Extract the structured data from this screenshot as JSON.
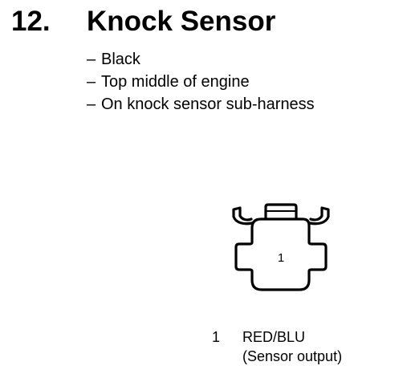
{
  "heading": {
    "number": "12.",
    "title": "Knock Sensor"
  },
  "notes": [
    {
      "dash": "–",
      "text": "Black"
    },
    {
      "dash": "–",
      "text": "Top middle of engine"
    },
    {
      "dash": "–",
      "text": "On knock sensor sub-harness"
    }
  ],
  "connector": {
    "cavity_label": "1"
  },
  "pins": [
    {
      "number": "1",
      "wire_color": "RED/BLU",
      "description": "(Sensor output)"
    }
  ]
}
